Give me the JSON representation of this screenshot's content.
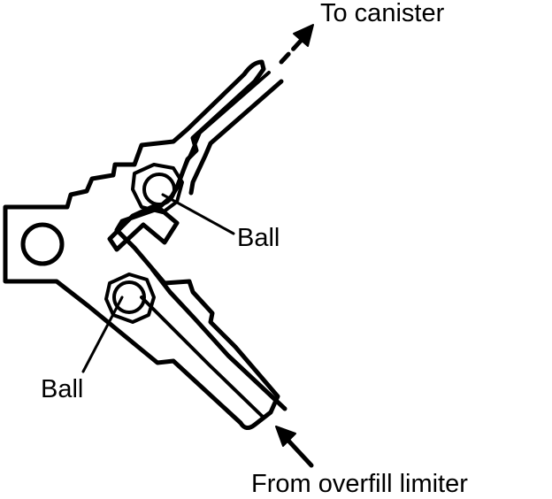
{
  "labels": {
    "to_canister": "To canister",
    "ball_upper": "Ball",
    "ball_lower": "Ball",
    "from_overfill": "From overfill limiter"
  },
  "colors": {
    "ink": "#000000",
    "paper": "#ffffff"
  }
}
